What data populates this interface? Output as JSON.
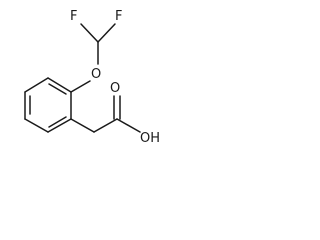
{
  "molecule": {
    "atoms": {
      "fluorine_left": "F",
      "fluorine_right": "F",
      "ether_oxygen": "O",
      "carbonyl_oxygen": "O",
      "hydroxyl": "OH"
    }
  }
}
